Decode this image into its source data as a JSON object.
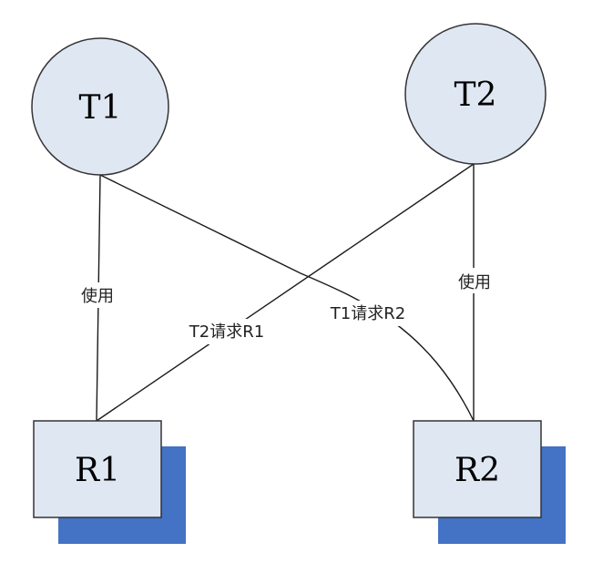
{
  "colors": {
    "node_fill": "#dfe7f3",
    "node_stroke": "#333333",
    "shadow": "#4472c4",
    "line": "#1a1a1a",
    "background": "#ffffff"
  },
  "nodes": {
    "t1": {
      "label": "T1",
      "shape": "circle"
    },
    "t2": {
      "label": "T2",
      "shape": "circle"
    },
    "r1": {
      "label": "R1",
      "shape": "rectangle"
    },
    "r2": {
      "label": "R2",
      "shape": "rectangle"
    }
  },
  "edges": {
    "t1_r1": {
      "from": "T1",
      "to": "R1",
      "label": "使用"
    },
    "t2_r2": {
      "from": "T2",
      "to": "R2",
      "label": "使用"
    },
    "t2_r1": {
      "from": "T2",
      "to": "R1",
      "label": "T2请求R1"
    },
    "t1_r2": {
      "from": "T1",
      "to": "R2",
      "label": "T1请求R2"
    }
  }
}
